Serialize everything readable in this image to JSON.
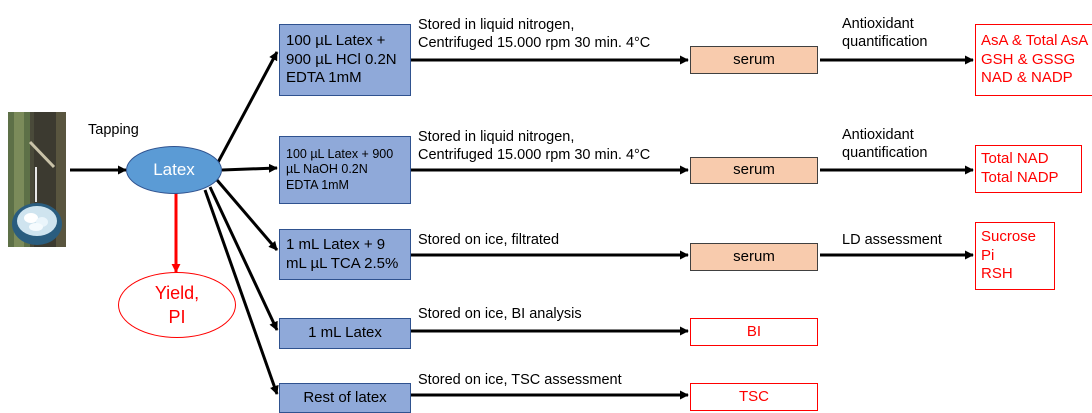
{
  "labels": {
    "tapping": "Tapping",
    "latex": "Latex",
    "yield": [
      "Yield,",
      "PI"
    ]
  },
  "rows": [
    {
      "prep": [
        "100 µL Latex +",
        "900 µL HCl 0.2N",
        "EDTA 1mM"
      ],
      "storage": [
        "Stored in liquid nitrogen,",
        "Centrifuged 15.000 rpm 30 min. 4°C"
      ],
      "intermediate": "serum",
      "analysis": [
        "Antioxidant",
        "quantification"
      ],
      "results": [
        "AsA & Total AsA",
        "GSH & GSSG",
        "NAD & NADP"
      ]
    },
    {
      "prep": [
        "100 µL Latex + 900",
        "µL NaOH 0.2N",
        "EDTA 1mM"
      ],
      "storage": [
        "Stored in liquid nitrogen,",
        "Centrifuged 15.000 rpm 30 min. 4°C"
      ],
      "intermediate": "serum",
      "analysis": [
        "Antioxidant",
        "quantification"
      ],
      "results": [
        "Total NAD",
        "Total NADP"
      ]
    },
    {
      "prep": [
        "1 mL Latex + 9",
        "mL µL TCA 2.5%"
      ],
      "storage": [
        "Stored on ice, filtrated"
      ],
      "intermediate": "serum",
      "analysis": [
        "LD assessment"
      ],
      "results": [
        "Sucrose",
        "Pi",
        "RSH"
      ]
    },
    {
      "prep": [
        "1 mL Latex"
      ],
      "storage": [
        "Stored on ice, BI analysis"
      ],
      "result": "BI"
    },
    {
      "prep": [
        "Rest of latex"
      ],
      "storage": [
        "Stored on ice, TSC assessment"
      ],
      "result": "TSC"
    }
  ],
  "colors": {
    "prep_fill": "#8fa9d9",
    "serum_fill": "#f8cbad",
    "latex_fill": "#5b9bd5",
    "result_text": "#ff0000"
  },
  "icons": {
    "tree": "rubber-tree-tapping-photo-icon"
  }
}
